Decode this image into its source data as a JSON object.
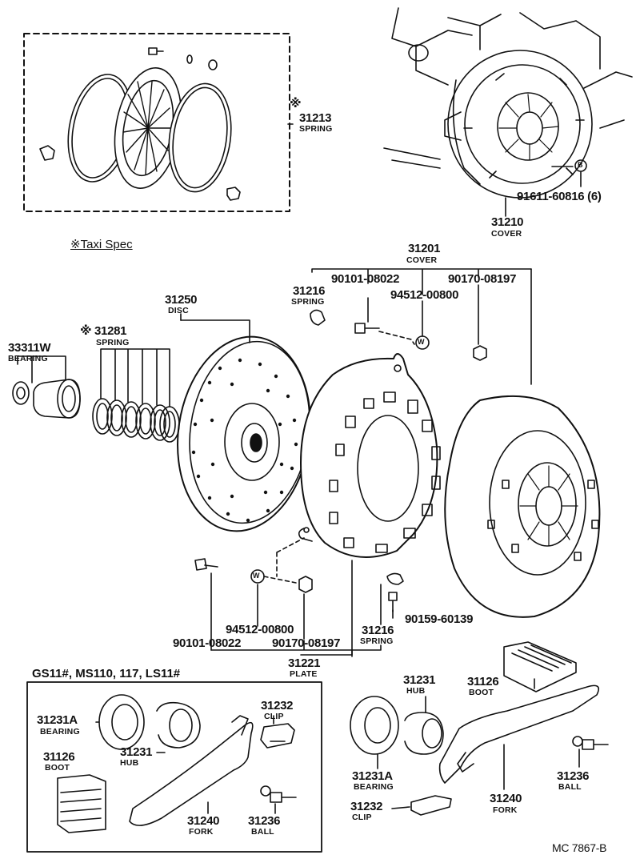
{
  "labels": {
    "p31213": {
      "num": "31213",
      "name": "SPRING",
      "mark": "※"
    },
    "p31210": {
      "num": "31210",
      "name": "COVER"
    },
    "p91611": {
      "num": "91611-60816 (6)",
      "marker": "B"
    },
    "taxi_spec": "※Taxi Spec",
    "p31201": {
      "num": "31201",
      "name": "COVER"
    },
    "p31216a": {
      "num": "31216",
      "name": "SPRING"
    },
    "p90101a": {
      "num": "90101-08022"
    },
    "p94512a": {
      "num": "94512-00800"
    },
    "p90170a": {
      "num": "90170-08197"
    },
    "p31250": {
      "num": "31250",
      "name": "DISC"
    },
    "p31281": {
      "num": "31281",
      "name": "SPRING",
      "mark": "※"
    },
    "p33311w": {
      "num": "33311W",
      "name": "BEARING"
    },
    "p94512b": {
      "num": "94512-00800"
    },
    "p90101b": {
      "num": "90101-08022"
    },
    "p90170b": {
      "num": "90170-08197"
    },
    "p31216b": {
      "num": "31216",
      "name": "SPRING"
    },
    "p90159": {
      "num": "90159-60139"
    },
    "p31221": {
      "num": "31221",
      "name": "PLATE"
    },
    "variant_header": "GS11#, MS110, 117, LS11#",
    "l31231A": {
      "num": "31231A",
      "name": "BEARING"
    },
    "l31231": {
      "num": "31231",
      "name": "HUB"
    },
    "l31126": {
      "num": "31126",
      "name": "BOOT"
    },
    "l31232": {
      "num": "31232",
      "name": "CLIP"
    },
    "l31240": {
      "num": "31240",
      "name": "FORK"
    },
    "l31236": {
      "num": "31236",
      "name": "BALL"
    },
    "r31231": {
      "num": "31231",
      "name": "HUB"
    },
    "r31126": {
      "num": "31126",
      "name": "BOOT"
    },
    "r31231A": {
      "num": "31231A",
      "name": "BEARING"
    },
    "r31232": {
      "num": "31232",
      "name": "CLIP"
    },
    "r31240": {
      "num": "31240",
      "name": "FORK"
    },
    "r31236": {
      "num": "31236",
      "name": "BALL"
    },
    "washer_mark": "W",
    "footer": "MC  7867-B"
  }
}
